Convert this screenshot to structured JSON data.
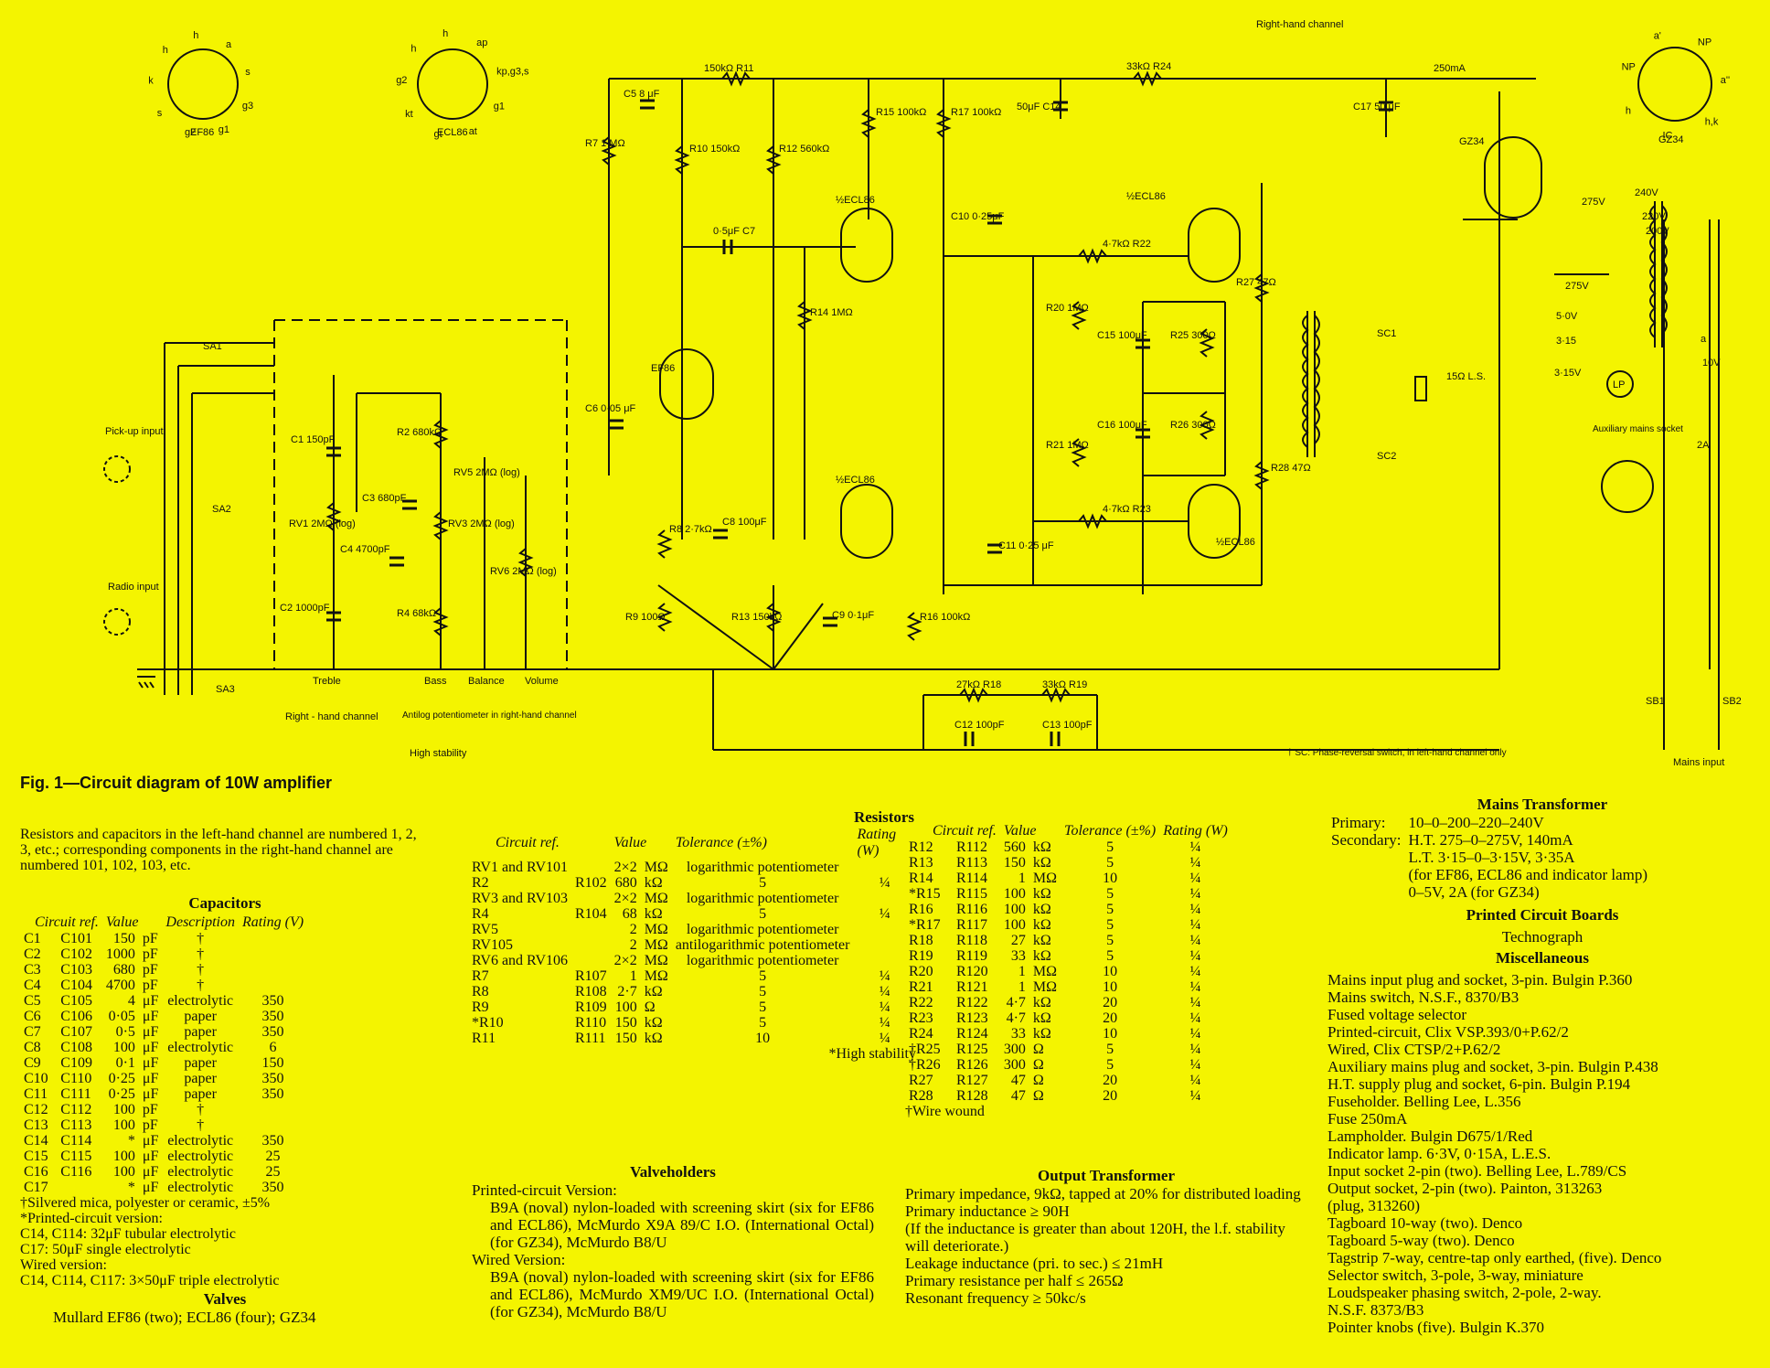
{
  "figure": {
    "caption": "Fig. 1—Circuit diagram of 10W amplifier",
    "intro": "Resistors and capacitors in the left-hand channel are numbered 1, 2, 3, etc.; corresponding components in the right-hand channel are numbered 101, 102, 103, etc."
  },
  "schematic": {
    "sockets": {
      "ef86": {
        "name": "EF86",
        "pins": [
          "h",
          "h",
          "a",
          "s",
          "g3",
          "g1",
          "g2",
          "s",
          "k"
        ]
      },
      "ecl86": {
        "name": "ECL86",
        "pins": [
          "h",
          "h",
          "ap",
          "kp,g3,s",
          "g1",
          "at",
          "gt",
          "kt",
          "g2"
        ]
      },
      "gz34": {
        "name": "GZ34",
        "pins": [
          "a'",
          "NP",
          "a''",
          "h,k",
          "IC",
          "h",
          "NP"
        ]
      }
    },
    "labels": {
      "pickup": "Pick-up input",
      "radio": "Radio input",
      "sa1": "SA1",
      "sa2": "SA2",
      "sa3": "SA3",
      "right_hand_channel_top": "Right-hand channel",
      "right_hand_channel_bottom": "Right - hand channel",
      "treble": "Treble",
      "bass": "Bass",
      "balance": "Balance",
      "volume": "Volume",
      "antilog_note": "Antilog potentiometer in right-hand channel",
      "high_stability_note": "High stability",
      "sc_note": "† SC: Phase-reversal switch, in left-hand channel only",
      "mains_input": "Mains input",
      "aux_socket": "Auxiliary mains socket",
      "fuse": "250mA",
      "fuse2": "2A",
      "speaker": "15Ω L.S.",
      "lp": "LP",
      "sb1": "SB1",
      "sb2": "SB2",
      "sc1": "SC1",
      "sc2": "SC2"
    },
    "components": {
      "r11": "150kΩ R11",
      "c5": "C5 8 μF",
      "r7": "R7 1 MΩ",
      "r10": "R10 150kΩ",
      "r12": "R12 560kΩ",
      "r15": "R15 100kΩ",
      "r17": "R17 100kΩ",
      "r24": "33kΩ R24",
      "c14": "50μF C14",
      "c17": "C17 50 μF",
      "c7": "0·5μF C7",
      "c10": "C10 0·25μF",
      "r22": "4·7kΩ R22",
      "r14": "R14 1MΩ",
      "r20": "R20 1MΩ",
      "r27": "R27 47Ω",
      "c15": "C15 100μF",
      "r25": "R25 300Ω",
      "c16": "C16 100μF",
      "r26": "R26 300Ω",
      "r21": "R21 1MΩ",
      "r28": "R28 47Ω",
      "r23": "4·7kΩ R23",
      "c11": "C11 0·25 μF",
      "c1": "C1 150pF",
      "r2": "R2 680kΩ",
      "c3": "C3 680pF",
      "rv5": "RV5 2MΩ (log)",
      "rv1": "RV1 2MΩ (log)",
      "rv3": "RV3 2MΩ (log)",
      "c4": "C4 4700pF",
      "rv6": "RV6 2MΩ (log)",
      "r4": "R4 68kΩ",
      "c2": "C2 1000pF",
      "c6": "C6 0·05 μF",
      "r8": "R8 2·7kΩ",
      "c8": "C8 100μF",
      "r9": "R9 100Ω",
      "r13": "R13 150kΩ",
      "c9": "C9 0·1μF",
      "r16": "R16 100kΩ",
      "r18": "27kΩ R18",
      "r19": "33kΩ R19",
      "c12": "C12 100pF",
      "c13": "C13 100pF",
      "t275a": "275V",
      "t240": "240V",
      "t220": "220V",
      "t200": "200V",
      "t275b": "275V",
      "t50": "5·0V",
      "t315a": "3·15",
      "t315b": "3·15V",
      "t10": "10V",
      "ta": "a",
      "ef86": "EF86",
      "ecl86_1": "½ECL86",
      "ecl86_2": "½ECL86",
      "ecl86_3": "½ECL86",
      "ecl86_4": "½ECL86",
      "gz34": "GZ34"
    }
  },
  "capacitors": {
    "title": "Capacitors",
    "headers": [
      "Circuit ref.",
      "Value",
      "Description",
      "Rating (V)"
    ],
    "rows": [
      [
        "C1",
        "C101",
        "150",
        "pF",
        "†",
        ""
      ],
      [
        "C2",
        "C102",
        "1000",
        "pF",
        "†",
        ""
      ],
      [
        "C3",
        "C103",
        "680",
        "pF",
        "†",
        ""
      ],
      [
        "C4",
        "C104",
        "4700",
        "pF",
        "†",
        ""
      ],
      [
        "C5",
        "C105",
        "4",
        "μF",
        "electrolytic",
        "350"
      ],
      [
        "C6",
        "C106",
        "0·05",
        "μF",
        "paper",
        "350"
      ],
      [
        "C7",
        "C107",
        "0·5",
        "μF",
        "paper",
        "350"
      ],
      [
        "C8",
        "C108",
        "100",
        "μF",
        "electrolytic",
        "6"
      ],
      [
        "C9",
        "C109",
        "0·1",
        "μF",
        "paper",
        "150"
      ],
      [
        "C10",
        "C110",
        "0·25",
        "μF",
        "paper",
        "350"
      ],
      [
        "C11",
        "C111",
        "0·25",
        "μF",
        "paper",
        "350"
      ],
      [
        "C12",
        "C112",
        "100",
        "pF",
        "†",
        ""
      ],
      [
        "C13",
        "C113",
        "100",
        "pF",
        "†",
        ""
      ],
      [
        "C14",
        "C114",
        "*",
        "μF",
        "electrolytic",
        "350"
      ],
      [
        "C15",
        "C115",
        "100",
        "μF",
        "electrolytic",
        "25"
      ],
      [
        "C16",
        "C116",
        "100",
        "μF",
        "electrolytic",
        "25"
      ],
      [
        "C17",
        "",
        "*",
        "μF",
        "electrolytic",
        "350"
      ]
    ],
    "notes": [
      "†Silvered mica, polyester or ceramic, ±5%",
      "*Printed-circuit version:",
      "C14, C114: 32μF tubular electrolytic",
      "C17: 50μF single electrolytic",
      "Wired version:",
      "C14, C114, C117: 3×50μF triple electrolytic"
    ]
  },
  "valves": {
    "title": "Valves",
    "text": "Mullard EF86 (two); ECL86 (four); GZ34"
  },
  "resistors": {
    "title": "Resistors",
    "headers": [
      "Circuit ref.",
      "Value",
      "Tolerance (±%)",
      "Rating (W)"
    ],
    "rows_left": [
      [
        "RV1 and RV101",
        "",
        "2×2",
        "MΩ",
        "logarithmic potentiometer",
        ""
      ],
      [
        "R2",
        "R102",
        "680",
        "kΩ",
        "5",
        "¼"
      ],
      [
        "RV3 and RV103",
        "",
        "2×2",
        "MΩ",
        "logarithmic potentiometer",
        ""
      ],
      [
        "R4",
        "R104",
        "68",
        "kΩ",
        "5",
        "¼"
      ],
      [
        "RV5",
        "",
        "2",
        "MΩ",
        "logarithmic potentiometer",
        ""
      ],
      [
        "RV105",
        "",
        "2",
        "MΩ",
        "antilogarithmic potentiometer",
        ""
      ],
      [
        "RV6 and RV106",
        "",
        "2×2",
        "MΩ",
        "logarithmic potentiometer",
        ""
      ],
      [
        "R7",
        "R107",
        "1",
        "MΩ",
        "5",
        "¼"
      ],
      [
        "R8",
        "R108",
        "2·7",
        "kΩ",
        "5",
        "¼"
      ],
      [
        "R9",
        "R109",
        "100",
        "Ω",
        "5",
        "¼"
      ],
      [
        "*R10",
        "R110",
        "150",
        "kΩ",
        "5",
        "¼"
      ],
      [
        "R11",
        "R111",
        "150",
        "kΩ",
        "10",
        "¼"
      ]
    ],
    "rows_right": [
      [
        "R12",
        "R112",
        "560",
        "kΩ",
        "5",
        "¼"
      ],
      [
        "R13",
        "R113",
        "150",
        "kΩ",
        "5",
        "¼"
      ],
      [
        "R14",
        "R114",
        "1",
        "MΩ",
        "10",
        "¼"
      ],
      [
        "*R15",
        "R115",
        "100",
        "kΩ",
        "5",
        "¼"
      ],
      [
        "R16",
        "R116",
        "100",
        "kΩ",
        "5",
        "¼"
      ],
      [
        "*R17",
        "R117",
        "100",
        "kΩ",
        "5",
        "¼"
      ],
      [
        "R18",
        "R118",
        "27",
        "kΩ",
        "5",
        "¼"
      ],
      [
        "R19",
        "R119",
        "33",
        "kΩ",
        "5",
        "¼"
      ],
      [
        "R20",
        "R120",
        "1",
        "MΩ",
        "10",
        "¼"
      ],
      [
        "R21",
        "R121",
        "1",
        "MΩ",
        "10",
        "¼"
      ],
      [
        "R22",
        "R122",
        "4·7",
        "kΩ",
        "20",
        "¼"
      ],
      [
        "R23",
        "R123",
        "4·7",
        "kΩ",
        "20",
        "¼"
      ],
      [
        "R24",
        "R124",
        "33",
        "kΩ",
        "10",
        "¼"
      ],
      [
        "†R25",
        "R125",
        "300",
        "Ω",
        "5",
        "¼"
      ],
      [
        "†R26",
        "R126",
        "300",
        "Ω",
        "5",
        "¼"
      ],
      [
        "R27",
        "R127",
        "47",
        "Ω",
        "20",
        "¼"
      ],
      [
        "R28",
        "R128",
        "47",
        "Ω",
        "20",
        "¼"
      ]
    ],
    "high_stability": "*High stability",
    "wire_wound": "†Wire wound"
  },
  "valveholders": {
    "title": "Valveholders",
    "printed_title": "Printed-circuit Version:",
    "printed_text": "B9A (noval) nylon-loaded with screening skirt (six for EF86 and ECL86), McMurdo X9A 89/C I.O. (International Octal) (for GZ34), McMurdo B8/U",
    "wired_title": "Wired Version:",
    "wired_text": "B9A (noval) nylon-loaded with screening skirt (six for EF86 and ECL86), McMurdo XM9/UC I.O. (International Octal) (for GZ34), McMurdo B8/U"
  },
  "output_transformer": {
    "title": "Output Transformer",
    "lines": [
      "Primary impedance, 9kΩ, tapped at 20% for distributed loading",
      "Primary inductance ≥ 90H",
      "(If the inductance is greater than about 120H, the l.f. stability will deteriorate.)",
      "Leakage inductance (pri. to sec.) ≤ 21mH",
      "Primary resistance per half ≤ 265Ω",
      "Resonant frequency ≥ 50kc/s"
    ]
  },
  "mains_transformer": {
    "title": "Mains Transformer",
    "primary_label": "Primary:",
    "primary": "10–0–200–220–240V",
    "secondary_label": "Secondary:",
    "secondary": [
      "H.T. 275–0–275V, 140mA",
      "L.T. 3·15–0–3·15V, 3·35A",
      "(for EF86, ECL86 and indicator lamp)",
      "0–5V, 2A (for GZ34)"
    ]
  },
  "pcb": {
    "title": "Printed Circuit Boards",
    "text": "Technograph"
  },
  "misc": {
    "title": "Miscellaneous",
    "items": [
      "Mains input plug and socket, 3-pin. Bulgin P.360",
      "Mains switch, N.S.F., 8370/B3",
      "Fused voltage selector",
      "Printed-circuit, Clix VSP.393/0+P.62/2",
      "Wired, Clix CTSP/2+P.62/2",
      "Auxiliary mains plug and socket, 3-pin. Bulgin P.438",
      "H.T. supply plug and socket, 6-pin. Bulgin P.194",
      "Fuseholder. Belling Lee, L.356",
      "Fuse 250mA",
      "Lampholder. Bulgin D675/1/Red",
      "Indicator lamp. 6·3V, 0·15A, L.E.S.",
      "Input socket 2-pin (two). Belling Lee, L.789/CS",
      "Output socket, 2-pin (two). Painton, 313263",
      "(plug, 313260)",
      "Tagboard 10-way (two). Denco",
      "Tagboard 5-way (two). Denco",
      "Tagstrip 7-way, centre-tap only earthed, (five). Denco",
      "Selector switch, 3-pole, 3-way, miniature",
      "Loudspeaker phasing switch, 2-pole, 2-way.",
      "N.S.F. 8373/B3",
      "Pointer knobs (five). Bulgin K.370"
    ]
  }
}
